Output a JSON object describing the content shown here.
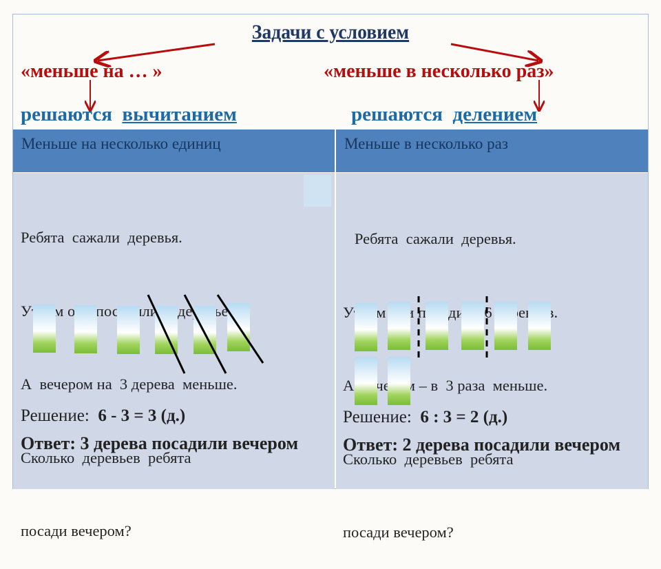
{
  "title": "Задачи с условием",
  "branch_left": "«меньше на … »",
  "branch_right": "«меньше в несколько  раз»",
  "solve_left": {
    "prefix": "решаются",
    "method": "вычитанием"
  },
  "solve_right": {
    "prefix": "решаются",
    "method": "делением"
  },
  "table": {
    "headers": [
      "Меньше на несколько единиц",
      "Меньше в несколько раз"
    ],
    "left": {
      "lines": [
        "Ребята  сажали  деревья.",
        "Утром они посадили  6 деревьев.",
        "А  вечером на  3 дерева  меньше.",
        "Сколько  деревьев  ребята",
        "посади вечером?"
      ],
      "solution_label": "Решение:",
      "solution": "6  -  3  =  3 (д.)",
      "answer": "Ответ: 3 дерева посадили вечером"
    },
    "right": {
      "lines": [
        "   Ребята  сажали  деревья.",
        "Утром они посадили 6 деревьев.",
        "А  вечером – в  3 раза  меньше.",
        "Сколько  деревьев  ребята",
        "посади вечером?"
      ],
      "solution_label": "Решение:",
      "solution": "6 : 3 = 2 (д.)",
      "answer": "Ответ: 2 дерева посадили вечером"
    }
  },
  "colors": {
    "title": "#1f3864",
    "red": "#b80d0d",
    "blue": "#1c6aa6",
    "header": "#4f81bd",
    "body": "#d0d8e8"
  }
}
